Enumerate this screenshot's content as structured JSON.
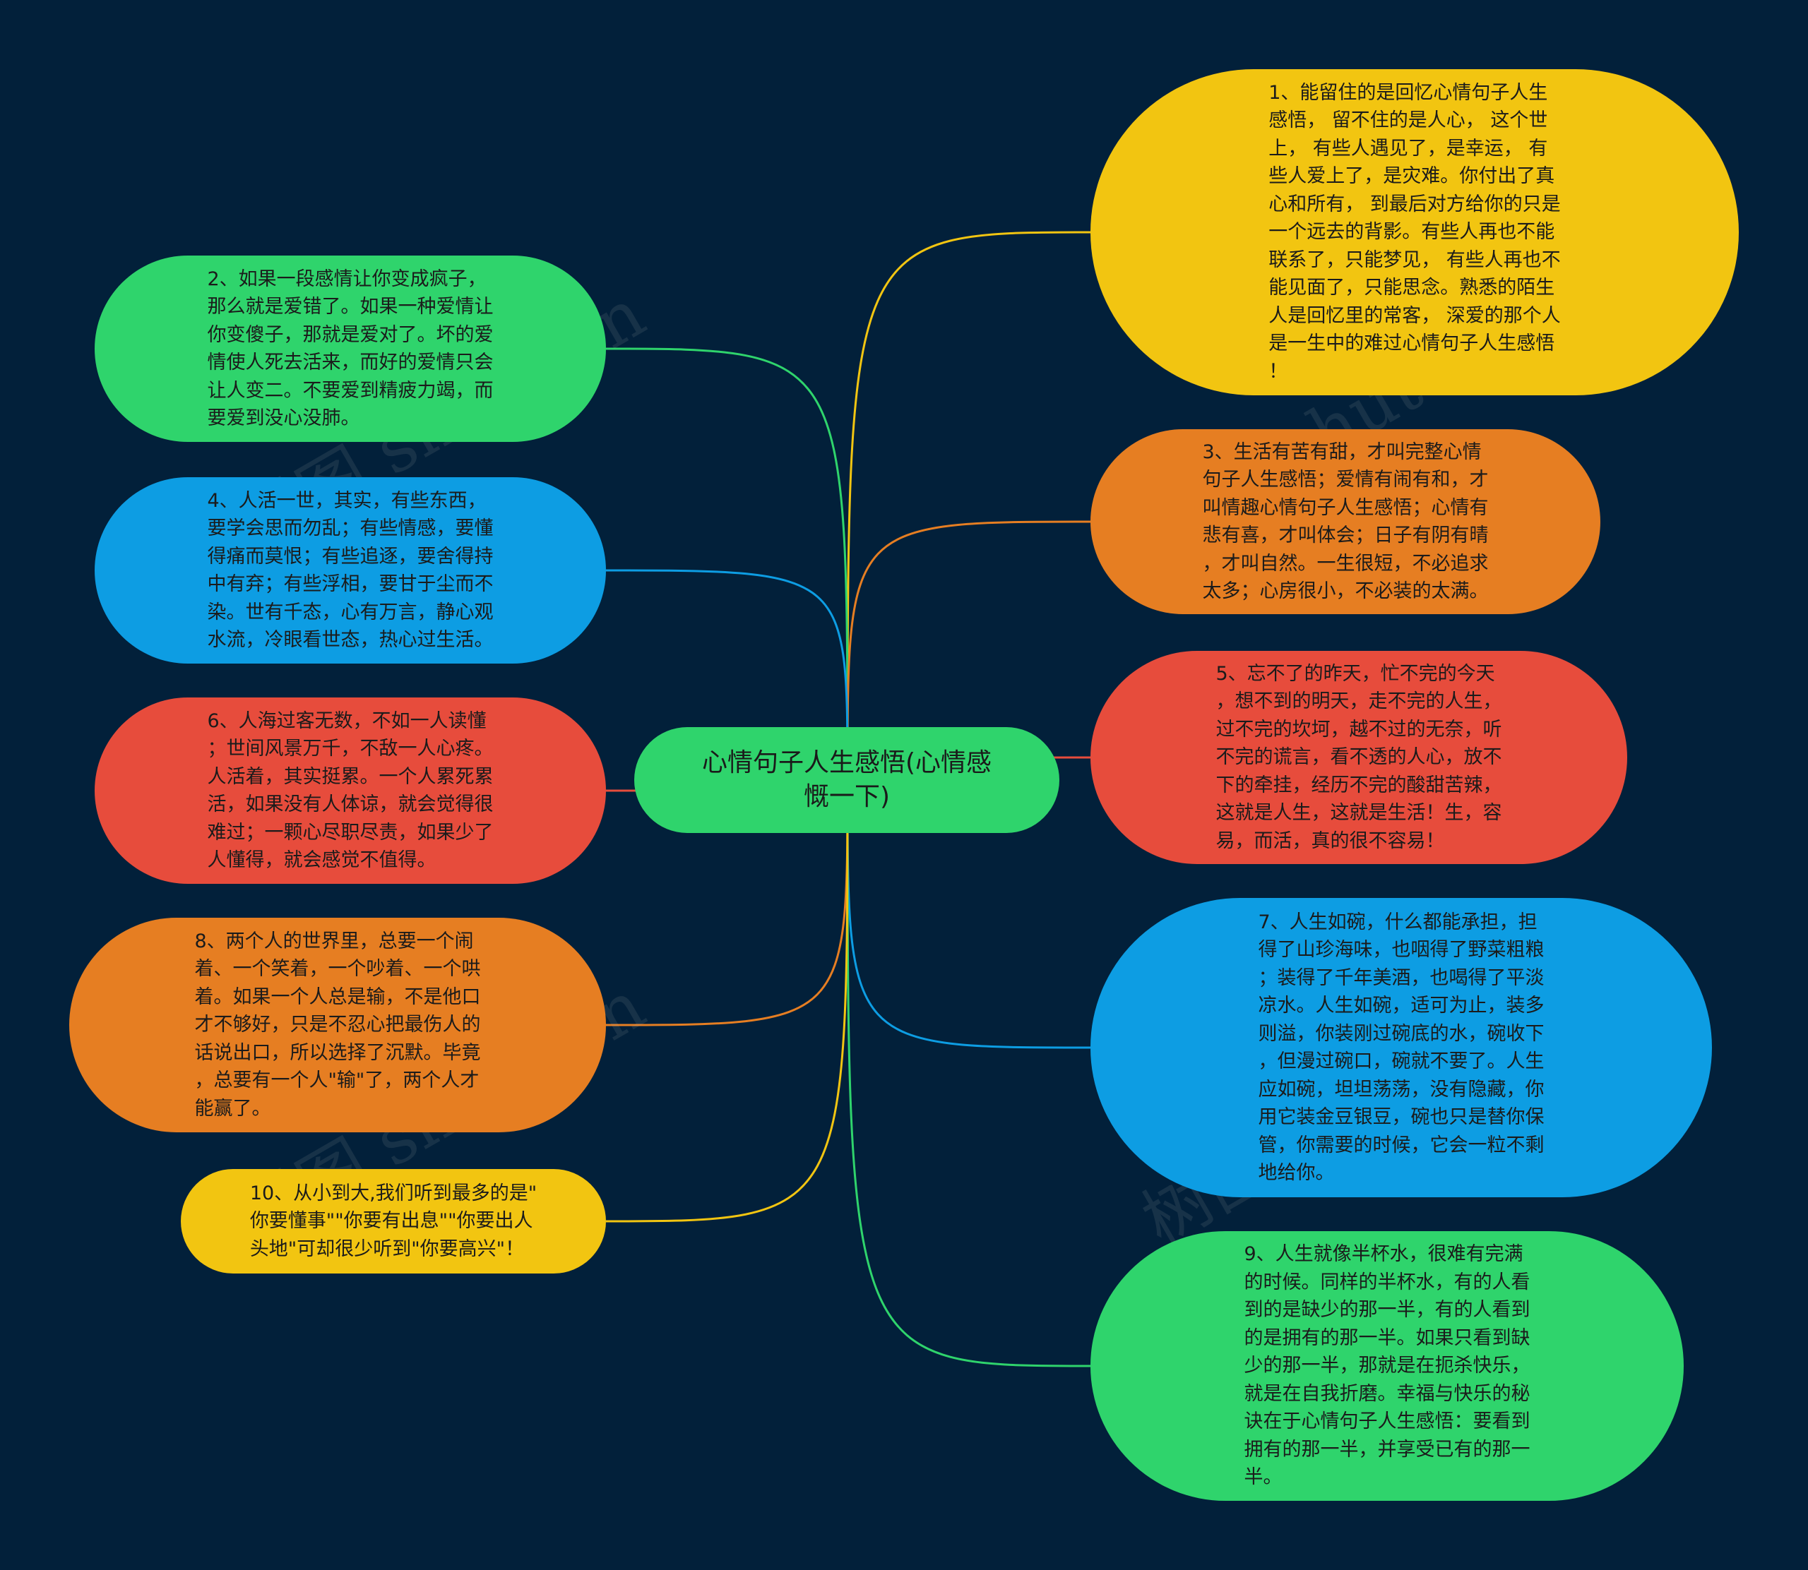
{
  "center": {
    "text": "心情句子人生感悟(心情感\n慨一下)",
    "color": "#2fd46c"
  },
  "watermark": "树图 shutu.cn",
  "nodes": [
    {
      "id": "n1",
      "color": "#f2c511",
      "line": "#f2c511",
      "text": "1、能留住的是回忆心情句子人生\n感悟， 留不住的是人心， 这个世\n上， 有些人遇见了，是幸运， 有\n些人爱上了，是灾难。你付出了真\n心和所有， 到最后对方给你的只是\n一个远去的背影。有些人再也不能\n联系了，只能梦见， 有些人再也不\n能见面了，只能思念。熟悉的陌生\n人是回忆里的常客， 深爱的那个人\n是一生中的难过心情句子人生感悟\n！"
    },
    {
      "id": "n2",
      "color": "#2fd46c",
      "line": "#2fd46c",
      "text": "2、如果一段感情让你变成疯子，\n那么就是爱错了。如果一种爱情让\n你变傻子，那就是爱对了。坏的爱\n情使人死去活来，而好的爱情只会\n让人变二。不要爱到精疲力竭，而\n要爱到没心没肺。"
    },
    {
      "id": "n3",
      "color": "#e67e22",
      "line": "#e67e22",
      "text": "3、生活有苦有甜，才叫完整心情\n句子人生感悟；爱情有闹有和，才\n叫情趣心情句子人生感悟；心情有\n悲有喜，才叫体会；日子有阴有晴\n，才叫自然。一生很短，不必追求\n太多；心房很小，不必装的太满。"
    },
    {
      "id": "n4",
      "color": "#0d9de3",
      "line": "#0d9de3",
      "text": "4、人活一世，其实，有些东西，\n要学会思而勿乱；有些情感，要懂\n得痛而莫恨；有些追逐，要舍得持\n中有弃；有些浮相，要甘于尘而不\n染。世有千态，心有万言，静心观\n水流，冷眼看世态，热心过生活。"
    },
    {
      "id": "n5",
      "color": "#e74c3c",
      "line": "#e74c3c",
      "text": "5、忘不了的昨天，忙不完的今天\n，想不到的明天，走不完的人生，\n过不完的坎坷，越不过的无奈，听\n不完的谎言，看不透的人心，放不\n下的牵挂，经历不完的酸甜苦辣，\n这就是人生，这就是生活！生，容\n易，而活，真的很不容易！"
    },
    {
      "id": "n6",
      "color": "#e74c3c",
      "line": "#e74c3c",
      "text": "6、人海过客无数，不如一人读懂\n；世间风景万千，不敌一人心疼。\n人活着，其实挺累。一个人累死累\n活，如果没有人体谅，就会觉得很\n难过；一颗心尽职尽责，如果少了\n人懂得，就会感觉不值得。"
    },
    {
      "id": "n7",
      "color": "#0d9de3",
      "line": "#0d9de3",
      "text": "7、人生如碗，什么都能承担，担\n得了山珍海味，也咽得了野菜粗粮\n；装得了千年美酒，也喝得了平淡\n凉水。人生如碗，适可为止，装多\n则溢，你装刚过碗底的水，碗收下\n，但漫过碗口，碗就不要了。人生\n应如碗，坦坦荡荡，没有隐藏，你\n用它装金豆银豆，碗也只是替你保\n管，你需要的时候，它会一粒不剩\n地给你。"
    },
    {
      "id": "n8",
      "color": "#e67e22",
      "line": "#e67e22",
      "text": "8、两个人的世界里，总要一个闹\n着、一个笑着，一个吵着、一个哄\n着。如果一个人总是输，不是他口\n才不够好，只是不忍心把最伤人的\n话说出口，所以选择了沉默。毕竟\n，总要有一个人\"输\"了，两个人才\n能赢了。"
    },
    {
      "id": "n9",
      "color": "#2fd46c",
      "line": "#2fd46c",
      "text": "9、人生就像半杯水，很难有完满\n的时候。同样的半杯水，有的人看\n到的是缺少的那一半，有的人看到\n的是拥有的那一半。如果只看到缺\n少的那一半，那就是在扼杀快乐，\n就是在自我折磨。幸福与快乐的秘\n诀在于心情句子人生感悟：要看到\n拥有的那一半，并享受已有的那一\n半。"
    },
    {
      "id": "n10",
      "color": "#f2c511",
      "line": "#f2c511",
      "text": "10、从小到大,我们听到最多的是\"\n你要懂事\"\"你要有出息\"\"你要出人\n头地\"可却很少听到\"你要高兴\"！"
    }
  ]
}
